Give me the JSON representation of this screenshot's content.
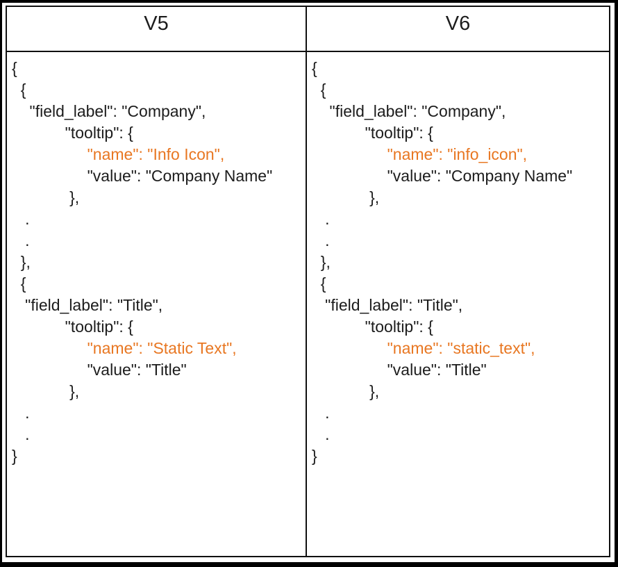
{
  "colors": {
    "background": "#000000",
    "sheet": "#ffffff",
    "table_border": "#101010",
    "code_text": "#1c1c1c",
    "highlight_orange": "#E87722"
  },
  "table": {
    "columns": [
      {
        "header": "V5",
        "code_lines": [
          {
            "text": "{",
            "highlight": false
          },
          {
            "text": "  {",
            "highlight": false
          },
          {
            "text": "    \"field_label\": \"Company\",",
            "highlight": false
          },
          {
            "text": "            \"tooltip\": {",
            "highlight": false
          },
          {
            "text": "                 \"name\": \"Info Icon\",",
            "highlight": true
          },
          {
            "text": "                 \"value\": \"Company Name\"",
            "highlight": false
          },
          {
            "text": "             },",
            "highlight": false
          },
          {
            "text": "   .",
            "highlight": false
          },
          {
            "text": "   .",
            "highlight": false
          },
          {
            "text": "  },",
            "highlight": false
          },
          {
            "text": "  {",
            "highlight": false
          },
          {
            "text": "   \"field_label\": \"Title\",",
            "highlight": false
          },
          {
            "text": "            \"tooltip\": {",
            "highlight": false
          },
          {
            "text": "                 \"name\": \"Static Text\",",
            "highlight": true
          },
          {
            "text": "                 \"value\": \"Title\"",
            "highlight": false
          },
          {
            "text": "             },",
            "highlight": false
          },
          {
            "text": "   .",
            "highlight": false
          },
          {
            "text": "   .",
            "highlight": false
          },
          {
            "text": "}",
            "highlight": false
          }
        ]
      },
      {
        "header": "V6",
        "code_lines": [
          {
            "text": "{",
            "highlight": false
          },
          {
            "text": "  {",
            "highlight": false
          },
          {
            "text": "    \"field_label\": \"Company\",",
            "highlight": false
          },
          {
            "text": "            \"tooltip\": {",
            "highlight": false
          },
          {
            "text": "                 \"name\": \"info_icon\",",
            "highlight": true
          },
          {
            "text": "                 \"value\": \"Company Name\"",
            "highlight": false
          },
          {
            "text": "             },",
            "highlight": false
          },
          {
            "text": "   .",
            "highlight": false
          },
          {
            "text": "   .",
            "highlight": false
          },
          {
            "text": "  },",
            "highlight": false
          },
          {
            "text": "  {",
            "highlight": false
          },
          {
            "text": "   \"field_label\": \"Title\",",
            "highlight": false
          },
          {
            "text": "            \"tooltip\": {",
            "highlight": false
          },
          {
            "text": "                 \"name\": \"static_text\",",
            "highlight": true
          },
          {
            "text": "                 \"value\": \"Title\"",
            "highlight": false
          },
          {
            "text": "             },",
            "highlight": false
          },
          {
            "text": "   .",
            "highlight": false
          },
          {
            "text": "   .",
            "highlight": false
          },
          {
            "text": "}",
            "highlight": false
          }
        ]
      }
    ]
  }
}
